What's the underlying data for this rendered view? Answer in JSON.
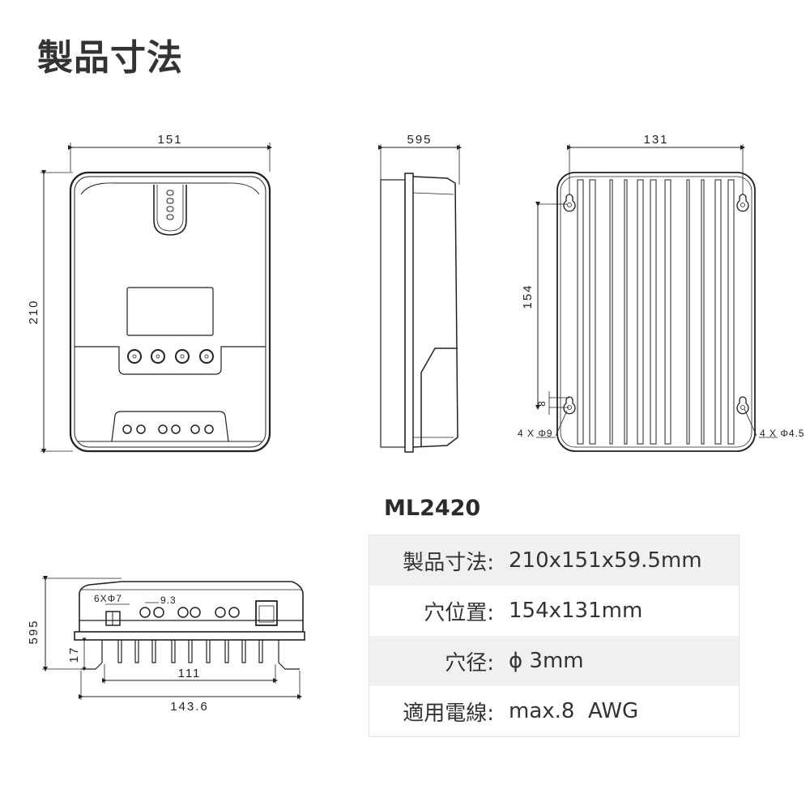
{
  "title": "製品寸法",
  "model": "ML2420",
  "front_view": {
    "width_label": "151",
    "height_label": "210"
  },
  "side_view": {
    "depth_label": "595"
  },
  "back_view": {
    "hole_spacing_x_label": "131",
    "hole_spacing_y_label": "154",
    "slot_label": "8",
    "hole_left_label": "4 X Φ9",
    "hole_right_label": "4 X Φ4.5"
  },
  "bottom_view": {
    "height_label": "595",
    "foot_height_label": "17",
    "terminal_label": "6XΦ7",
    "pitch_label": "9.3",
    "fin_width_label": "111",
    "total_width_label": "143.6"
  },
  "specs": [
    {
      "label": "製品寸法:",
      "value": "210x151x59.5mm"
    },
    {
      "label": "穴位置:",
      "value": "154x131mm"
    },
    {
      "label": "穴径:",
      "value": "ϕ 3mm"
    },
    {
      "label": "適用電線:",
      "value": "max.8  AWG"
    }
  ],
  "colors": {
    "text": "#333333",
    "line": "#222222",
    "row_shade": "#f0f0f0",
    "border": "#e4e4e4"
  }
}
